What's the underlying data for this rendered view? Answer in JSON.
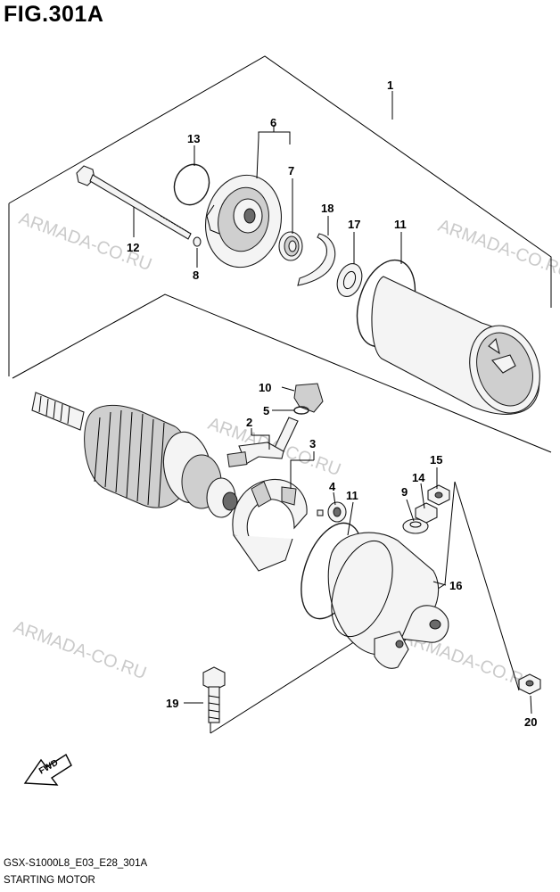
{
  "figure": {
    "title": "FIG.301A",
    "code": "GSX-S1000L8_E03_E28_301A",
    "description": "STARTING MOTOR"
  },
  "watermark": "ARMADA-CO.RU",
  "fwd_label": "FWD",
  "callouts": {
    "c1": "1",
    "c2": "2",
    "c3": "3",
    "c4": "4",
    "c5": "5",
    "c6": "6",
    "c7": "7",
    "c8": "8",
    "c9": "9",
    "c10": "10",
    "c11a": "11",
    "c11b": "11",
    "c12": "12",
    "c13": "13",
    "c14": "14",
    "c15": "15",
    "c16": "16",
    "c17": "17",
    "c18": "18",
    "c19": "19",
    "c20": "20"
  }
}
